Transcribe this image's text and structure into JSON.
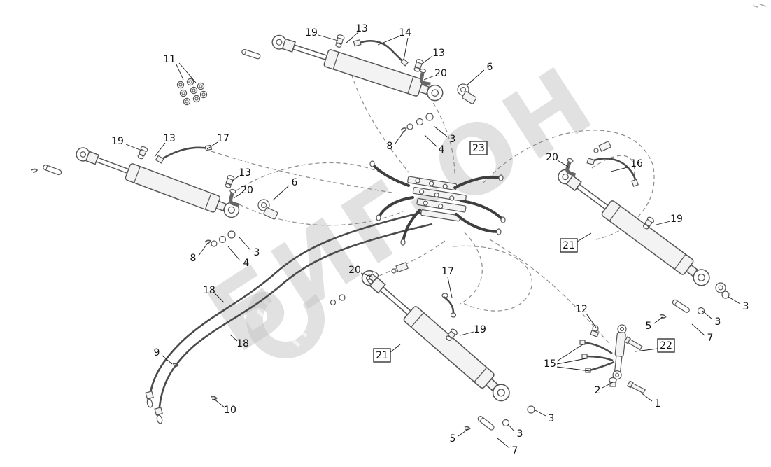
{
  "watermark": {
    "text": "БИГ-ОН"
  },
  "labels": [
    "19",
    "13",
    "14",
    "13",
    "20",
    "6",
    "11",
    "8",
    "4",
    "3",
    "19",
    "13",
    "17",
    "13",
    "20",
    "6",
    "8",
    "3",
    "4",
    "20",
    "16",
    "19",
    "3",
    "3",
    "7",
    "5",
    "20",
    "17",
    "19",
    "3",
    "3",
    "7",
    "5",
    "12",
    "15",
    "2",
    "1",
    "18",
    "18",
    "9",
    "10"
  ],
  "boxed_labels": [
    "23",
    "21",
    "21",
    "22"
  ]
}
